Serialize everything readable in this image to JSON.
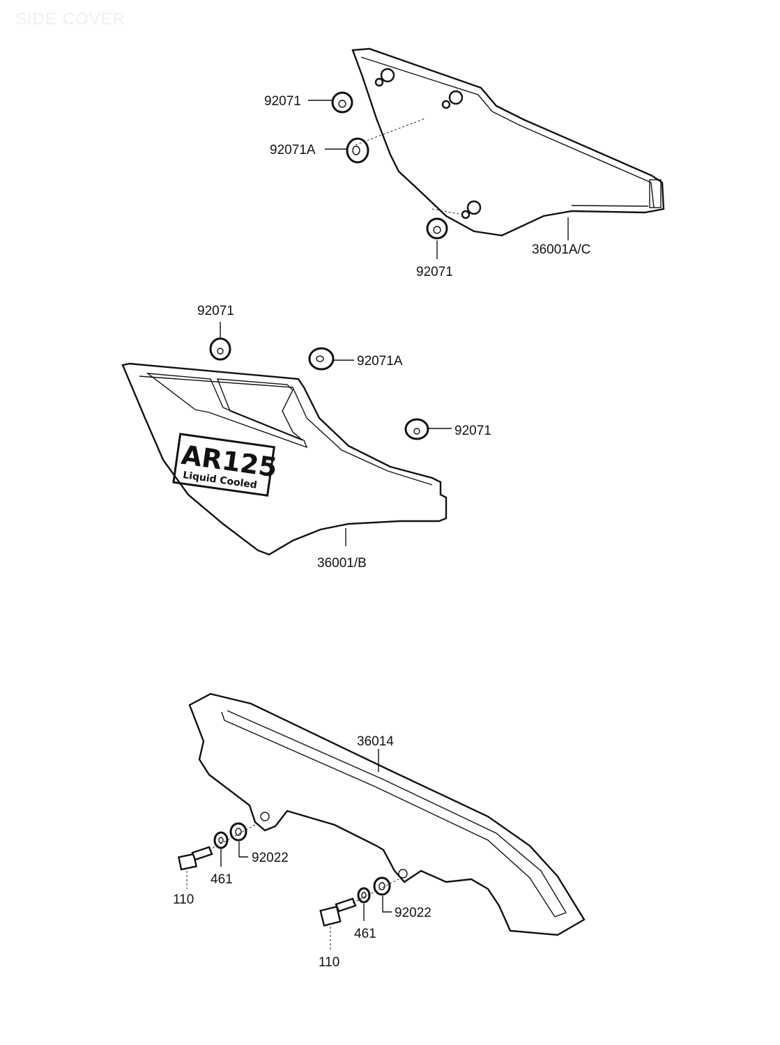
{
  "page_title": "SIDE COVER",
  "labels": {
    "l1": "92071",
    "l2": "92071A",
    "l3": "92071",
    "l4": "36001A/C",
    "l5": "92071",
    "l6": "92071A",
    "l7": "92071",
    "l8": "36001/B",
    "l9": "36014",
    "l10": "92022",
    "l11": "461",
    "l12": "110",
    "l13": "92022",
    "l14": "461",
    "l15": "110"
  },
  "logo": {
    "model": "AR125",
    "subtitle": "Liquid Cooled"
  }
}
